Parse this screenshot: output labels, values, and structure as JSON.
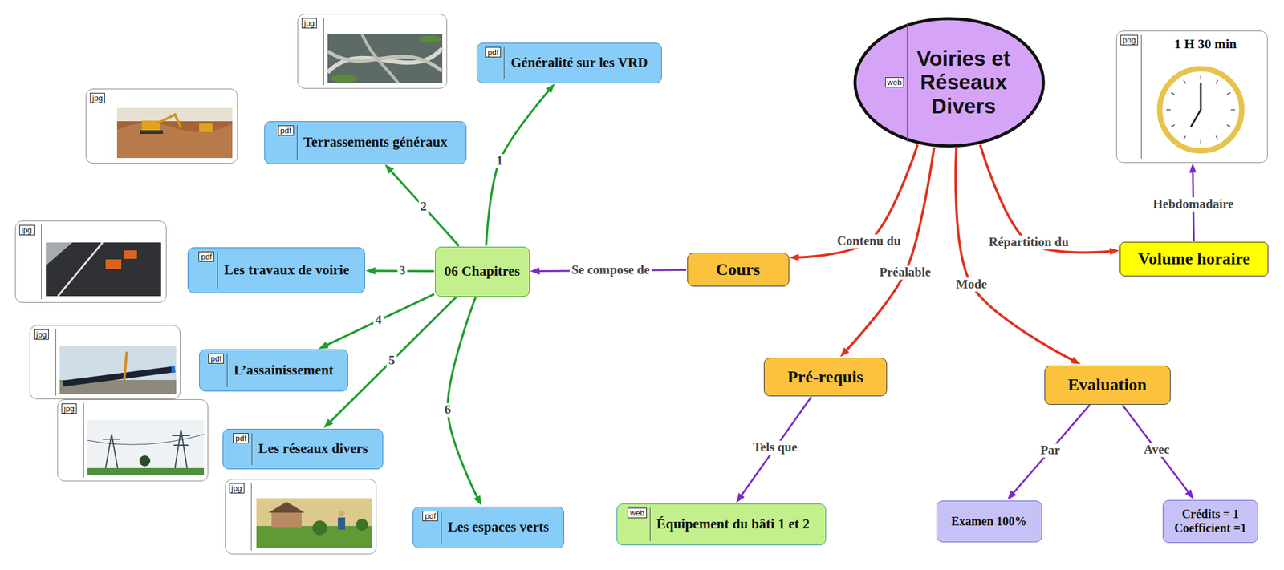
{
  "diagram": {
    "nodes": [
      {
        "text": [
          "web",
          "Voiries et Réseaux Divers"
        ]
      },
      {
        "text": [
          "png",
          "1 H 30 min"
        ]
      },
      {
        "text": [
          "jpg"
        ]
      },
      {
        "text": [
          "pdf",
          "Généralité sur les VRD"
        ]
      },
      {
        "text": [
          "jpg"
        ]
      },
      {
        "text": [
          "pdf",
          "Terrassements généraux"
        ]
      },
      {
        "text": [
          "Cours"
        ]
      },
      {
        "text": [
          "Volume horaire"
        ]
      },
      {
        "text": [
          "jpg"
        ]
      },
      {
        "text": [
          "pdf",
          "Les travaux de voirie"
        ]
      },
      {
        "text": [
          "06 Chapitres"
        ]
      },
      {
        "text": [
          "jpg"
        ]
      },
      {
        "text": [
          "pdf",
          "L’assainissement"
        ]
      },
      {
        "text": [
          "Pré-requis"
        ]
      },
      {
        "text": [
          "Evaluation"
        ]
      },
      {
        "text": [
          "jpg"
        ]
      },
      {
        "text": [
          "pdf",
          "Les réseaux divers"
        ]
      },
      {
        "text": [
          "jpg"
        ]
      },
      {
        "text": [
          "pdf",
          "Les espaces verts"
        ]
      },
      {
        "text": [
          "web",
          "Équipement du bâti 1 et 2"
        ]
      },
      {
        "text": [
          "Examen 100%"
        ]
      },
      {
        "text": [
          "Crédits = 1 Coefficient =1"
        ]
      }
    ],
    "edges": [
      {
        "from": 0,
        "to": 6,
        "label": "Contenu du",
        "arrow": "to"
      },
      {
        "from": 0,
        "to": 13,
        "label": "Préalable",
        "arrow": "to"
      },
      {
        "from": 0,
        "to": 14,
        "label": "Mode",
        "arrow": "to"
      },
      {
        "from": 0,
        "to": 7,
        "label": "Répartition du",
        "arrow": "to"
      },
      {
        "from": 7,
        "to": 1,
        "label": "Hebdomadaire",
        "arrow": "to"
      },
      {
        "from": 6,
        "to": 10,
        "label": "Se compose de",
        "arrow": "to"
      },
      {
        "from": 10,
        "to": 3,
        "label": "1",
        "arrow": "to"
      },
      {
        "from": 10,
        "to": 5,
        "label": "2",
        "arrow": "to"
      },
      {
        "from": 10,
        "to": 9,
        "label": "3",
        "arrow": "to"
      },
      {
        "from": 10,
        "to": 12,
        "label": "4",
        "arrow": "to"
      },
      {
        "from": 10,
        "to": 16,
        "label": "5",
        "arrow": "to"
      },
      {
        "from": 10,
        "to": 18,
        "label": "6",
        "arrow": "to"
      },
      {
        "from": 13,
        "to": 19,
        "label": "Tels que",
        "arrow": "to"
      },
      {
        "from": 14,
        "to": 20,
        "label": "Par",
        "arrow": "to"
      },
      {
        "from": 14,
        "to": 21,
        "label": "Avec",
        "arrow": "to"
      }
    ]
  }
}
